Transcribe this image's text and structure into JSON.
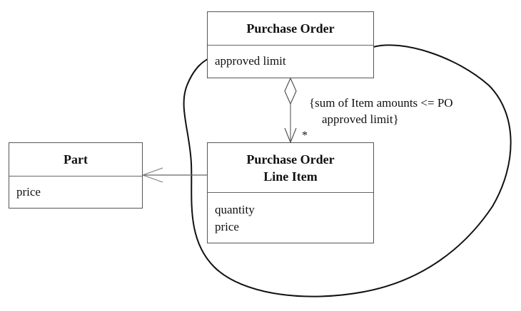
{
  "classes": {
    "purchase_order": {
      "name": "Purchase Order",
      "attributes": [
        "approved limit"
      ]
    },
    "line_item": {
      "name_line1": "Purchase Order",
      "name_line2": "Line Item",
      "attributes": [
        "quantity",
        "price"
      ]
    },
    "part": {
      "name": "Part",
      "attributes": [
        "price"
      ]
    }
  },
  "aggregation": {
    "multiplicity": "*"
  },
  "constraint": {
    "line1": "{sum of Item amounts <= PO",
    "line2": "approved limit}"
  }
}
